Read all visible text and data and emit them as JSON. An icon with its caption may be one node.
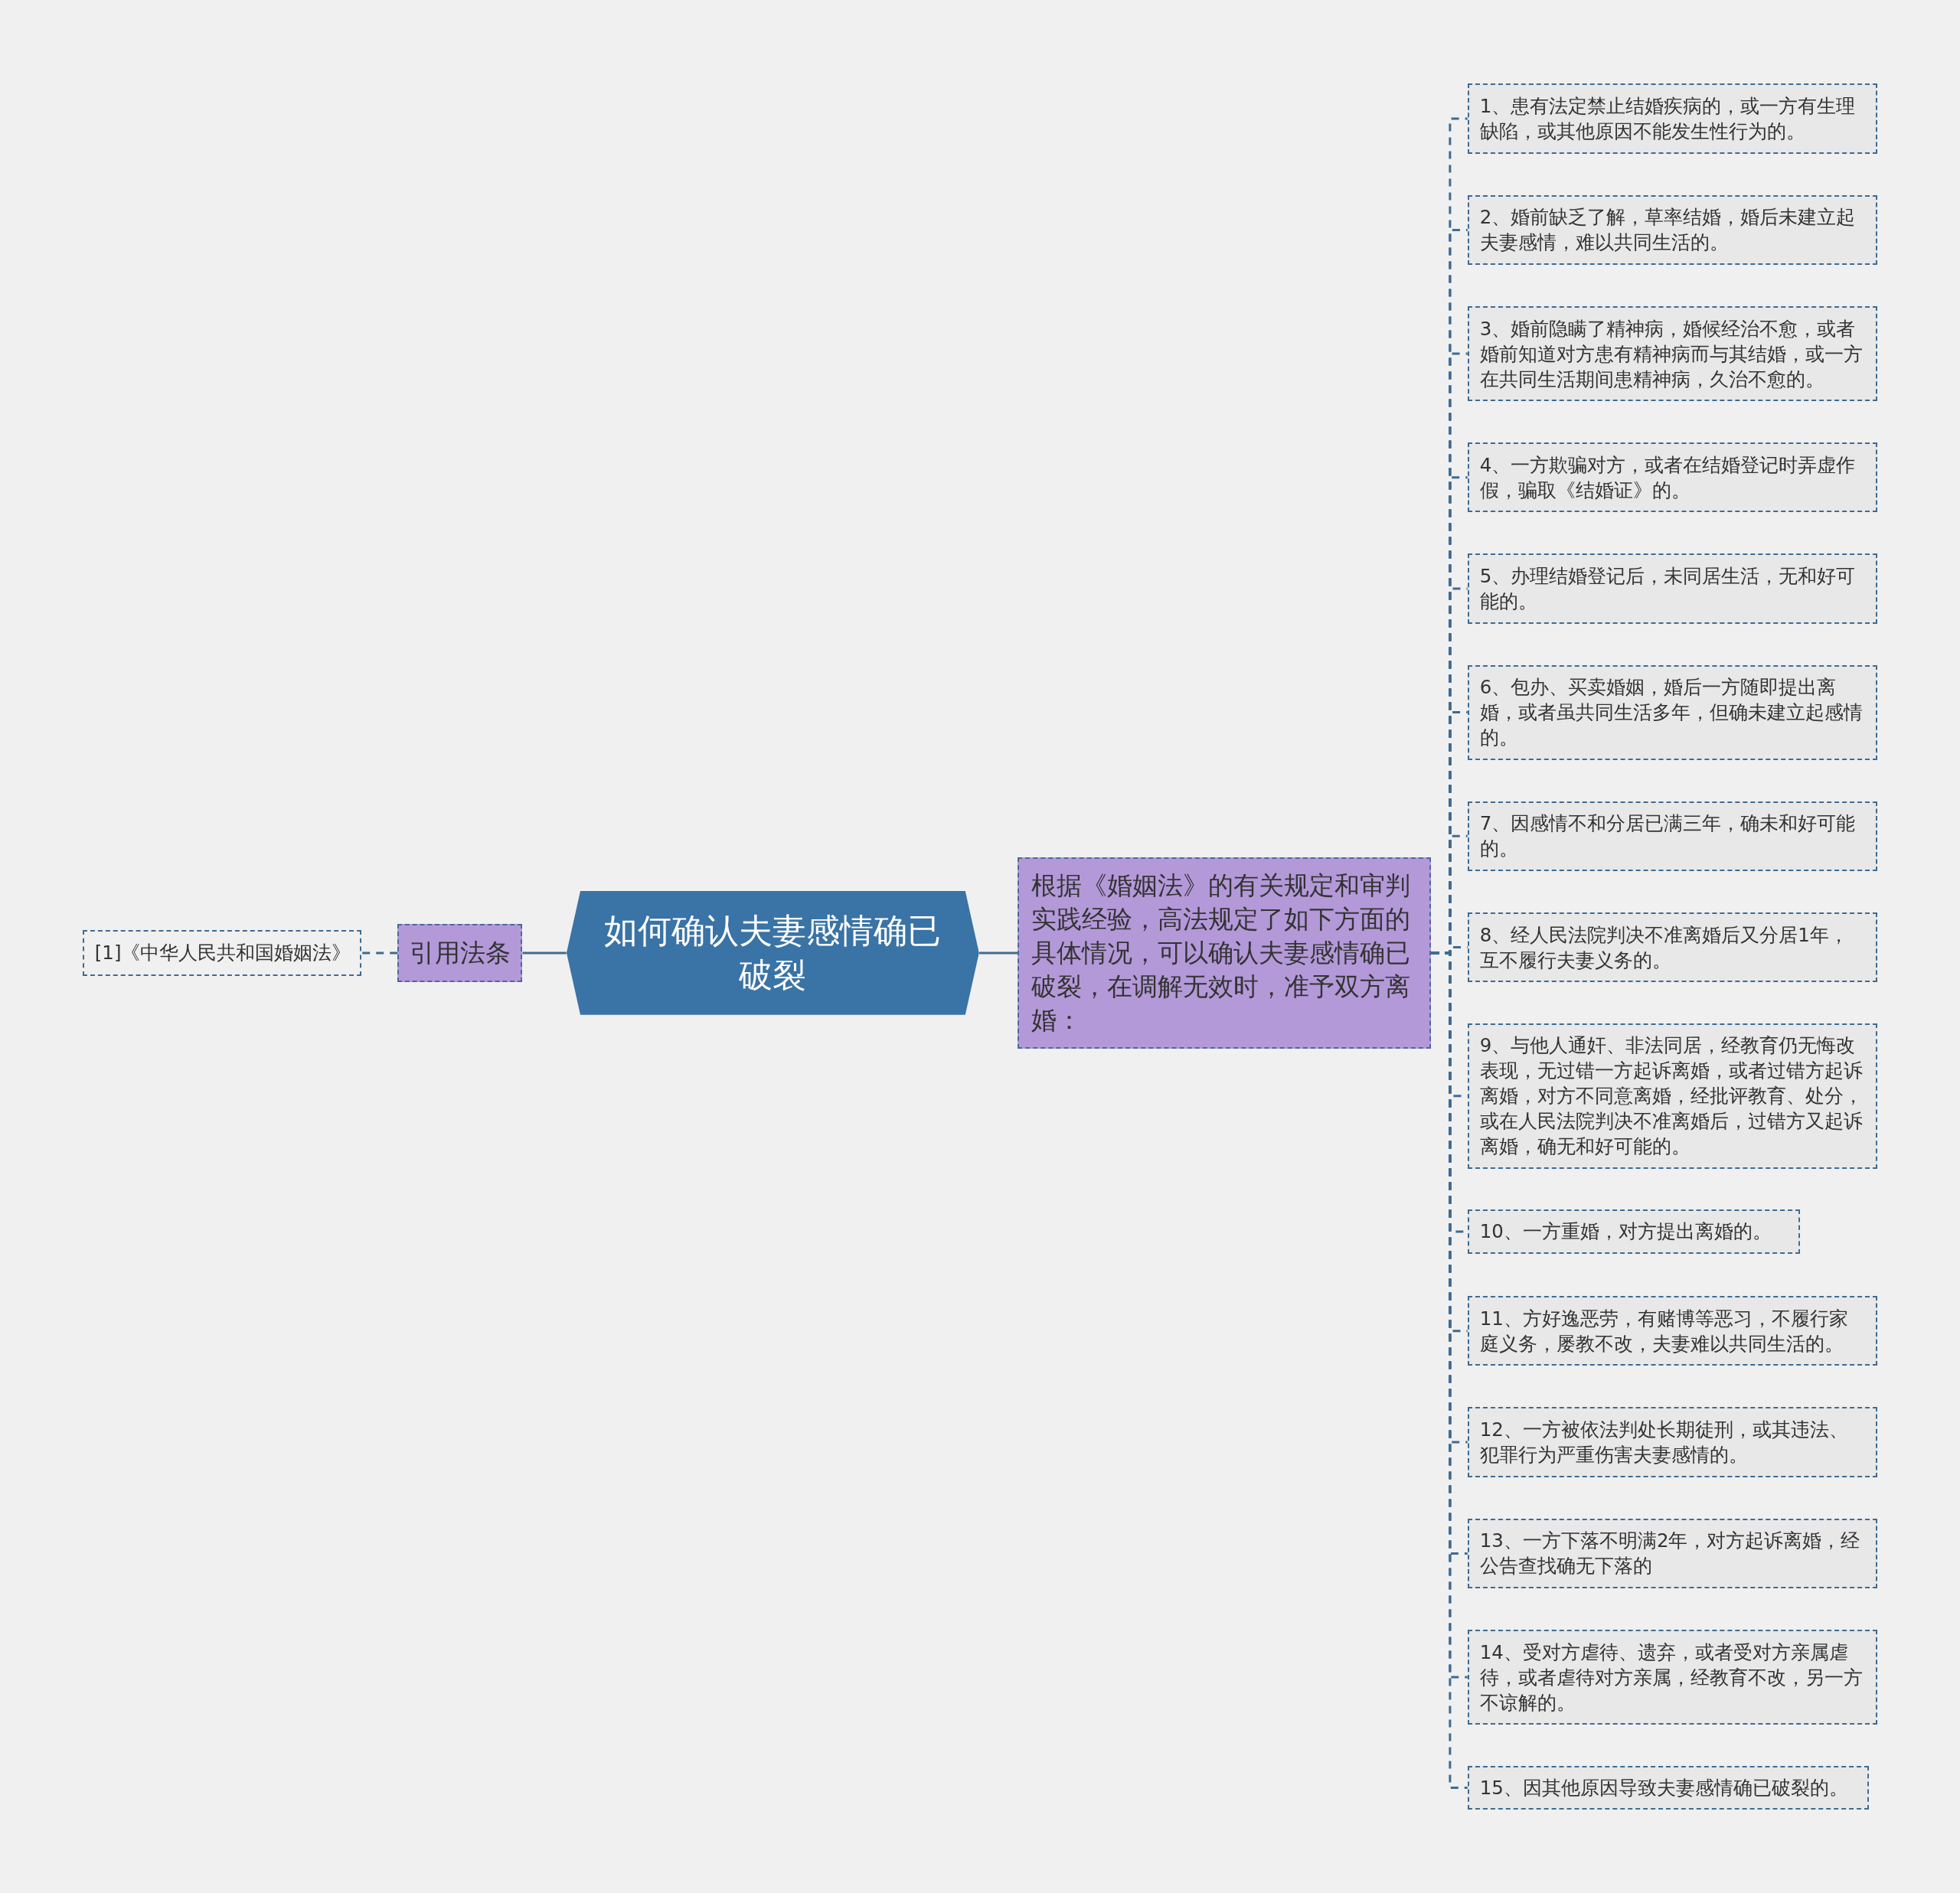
{
  "diagram": {
    "nodes": [
      {
        "text": [
          "如何确认夫妻感情确已破裂"
        ]
      },
      {
        "text": [
          "引用法条"
        ]
      },
      {
        "text": [
          "[1]《中华人民共和国婚姻法》"
        ]
      },
      {
        "text": [
          "根据《婚姻法》的有关规定和审判实践经验，高法规定了如下方面的具体情况，可以确认夫妻感情确已破裂，在调解无效时，准予双方离婚："
        ]
      },
      {
        "text": [
          "1、患有法定禁止结婚疾病的，或一方有生理缺陷，或其他原因不能发生性行为的。"
        ]
      },
      {
        "text": [
          "2、婚前缺乏了解，草率结婚，婚后未建立起夫妻感情，难以共同生活的。"
        ]
      },
      {
        "text": [
          "3、婚前隐瞒了精神病，婚候经治不愈，或者婚前知道对方患有精神病而与其结婚，或一方在共同生活期间患精神病，久治不愈的。"
        ]
      },
      {
        "text": [
          "4、一方欺骗对方，或者在结婚登记时弄虚作假，骗取《结婚证》的。"
        ]
      },
      {
        "text": [
          "5、办理结婚登记后，未同居生活，无和好可能的。"
        ]
      },
      {
        "text": [
          "6、包办、买卖婚姻，婚后一方随即提出离婚，或者虽共同生活多年，但确未建立起感情的。"
        ]
      },
      {
        "text": [
          "7、因感情不和分居已满三年，确未和好可能的。"
        ]
      },
      {
        "text": [
          "8、经人民法院判决不准离婚后又分居1年，互不履行夫妻义务的。"
        ]
      },
      {
        "text": [
          "9、与他人通奸、非法同居，经教育仍无悔改表现，无过错一方起诉离婚，或者过错方起诉离婚，对方不同意离婚，经批评教育、处分，或在人民法院判决不准离婚后，过错方又起诉离婚，确无和好可能的。"
        ]
      },
      {
        "text": [
          "10、一方重婚，对方提出离婚的。"
        ]
      },
      {
        "text": [
          "11、方好逸恶劳，有赌博等恶习，不履行家庭义务，屡教不改，夫妻难以共同生活的。"
        ]
      },
      {
        "text": [
          "12、一方被依法判处长期徒刑，或其违法、犯罪行为严重伤害夫妻感情的。"
        ]
      },
      {
        "text": [
          "13、一方下落不明满2年，对方起诉离婚，经公告查找确无下落的"
        ]
      },
      {
        "text": [
          "14、受对方虐待、遗弃，或者受对方亲属虐待，或者虐待对方亲属，经教育不改，另一方不谅解的。"
        ]
      },
      {
        "text": [
          "15、因其他原因导致夫妻感情确已破裂的。"
        ]
      }
    ],
    "edges": [
      {
        "from": 0,
        "to": 1,
        "arrow": "none"
      },
      {
        "from": 1,
        "to": 2,
        "arrow": "none",
        "style": "dashed"
      },
      {
        "from": 0,
        "to": 3,
        "arrow": "none"
      },
      {
        "from": 3,
        "to": 4,
        "arrow": "none",
        "style": "dashed"
      },
      {
        "from": 3,
        "to": 5,
        "arrow": "none",
        "style": "dashed"
      },
      {
        "from": 3,
        "to": 6,
        "arrow": "none",
        "style": "dashed"
      },
      {
        "from": 3,
        "to": 7,
        "arrow": "none",
        "style": "dashed"
      },
      {
        "from": 3,
        "to": 8,
        "arrow": "none",
        "style": "dashed"
      },
      {
        "from": 3,
        "to": 9,
        "arrow": "none",
        "style": "dashed"
      },
      {
        "from": 3,
        "to": 10,
        "arrow": "none",
        "style": "dashed"
      },
      {
        "from": 3,
        "to": 11,
        "arrow": "none",
        "style": "dashed"
      },
      {
        "from": 3,
        "to": 12,
        "arrow": "none",
        "style": "dashed"
      },
      {
        "from": 3,
        "to": 13,
        "arrow": "none",
        "style": "dashed"
      },
      {
        "from": 3,
        "to": 14,
        "arrow": "none",
        "style": "dashed"
      },
      {
        "from": 3,
        "to": 15,
        "arrow": "none",
        "style": "dashed"
      },
      {
        "from": 3,
        "to": 16,
        "arrow": "none",
        "style": "dashed"
      },
      {
        "from": 3,
        "to": 17,
        "arrow": "none",
        "style": "dashed"
      },
      {
        "from": 3,
        "to": 18,
        "arrow": "none",
        "style": "dashed"
      }
    ]
  }
}
